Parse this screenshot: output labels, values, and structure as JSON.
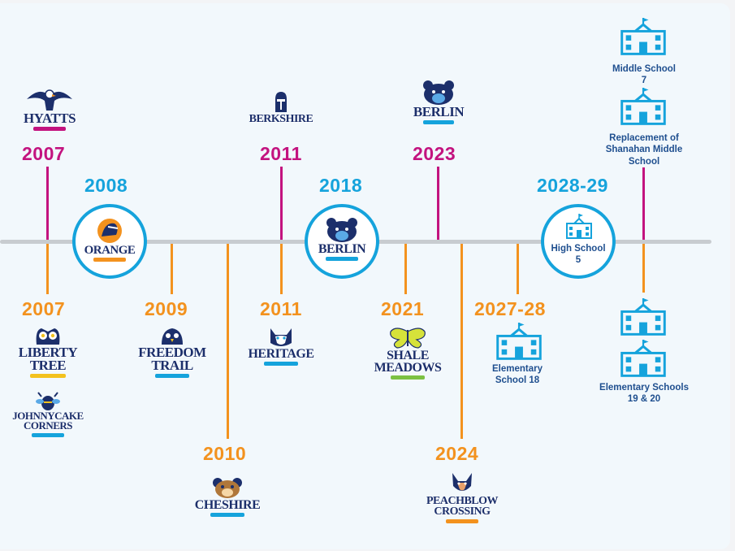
{
  "colors": {
    "magenta": "#c3137f",
    "blue": "#15a3dc",
    "orange": "#f3921e",
    "navy": "#1f4f8f",
    "axis": "#c8ccd0"
  },
  "top": {
    "y2007": "2007",
    "y2008": "2008",
    "y2011": "2011",
    "y2018": "2018",
    "y2023": "2023",
    "y2028_29": "2028-29"
  },
  "bottom": {
    "y2007": "2007",
    "y2009": "2009",
    "y2010": "2010",
    "y2011": "2011",
    "y2021": "2021",
    "y2024": "2024",
    "y2027_28": "2027-28"
  },
  "logos": {
    "hyatts": "HYATTS",
    "orange": "ORANGE",
    "berkshire": "BERKSHIRE",
    "berlin_ms": "BERLIN",
    "berlin_hs": "BERLIN",
    "liberty_1": "LIBERTY",
    "liberty_2": "TREE",
    "johnnycake_1": "JOHNNYCAKE",
    "johnnycake_2": "CORNERS",
    "freedom_1": "FREEDOM",
    "freedom_2": "TRAIL",
    "cheshire": "CHESHIRE",
    "heritage": "HERITAGE",
    "shale_1": "SHALE",
    "shale_2": "MEADOWS",
    "peach_1": "PEACHBLOW",
    "peach_2": "CROSSING"
  },
  "planned": {
    "high_school_5": "High School 5",
    "middle_school_7": "Middle School 7",
    "replacement": "Replacement of Shanahan Middle School",
    "elementary_18": "Elementary School 18",
    "elementary_19_20": "Elementary Schools 19 & 20"
  }
}
